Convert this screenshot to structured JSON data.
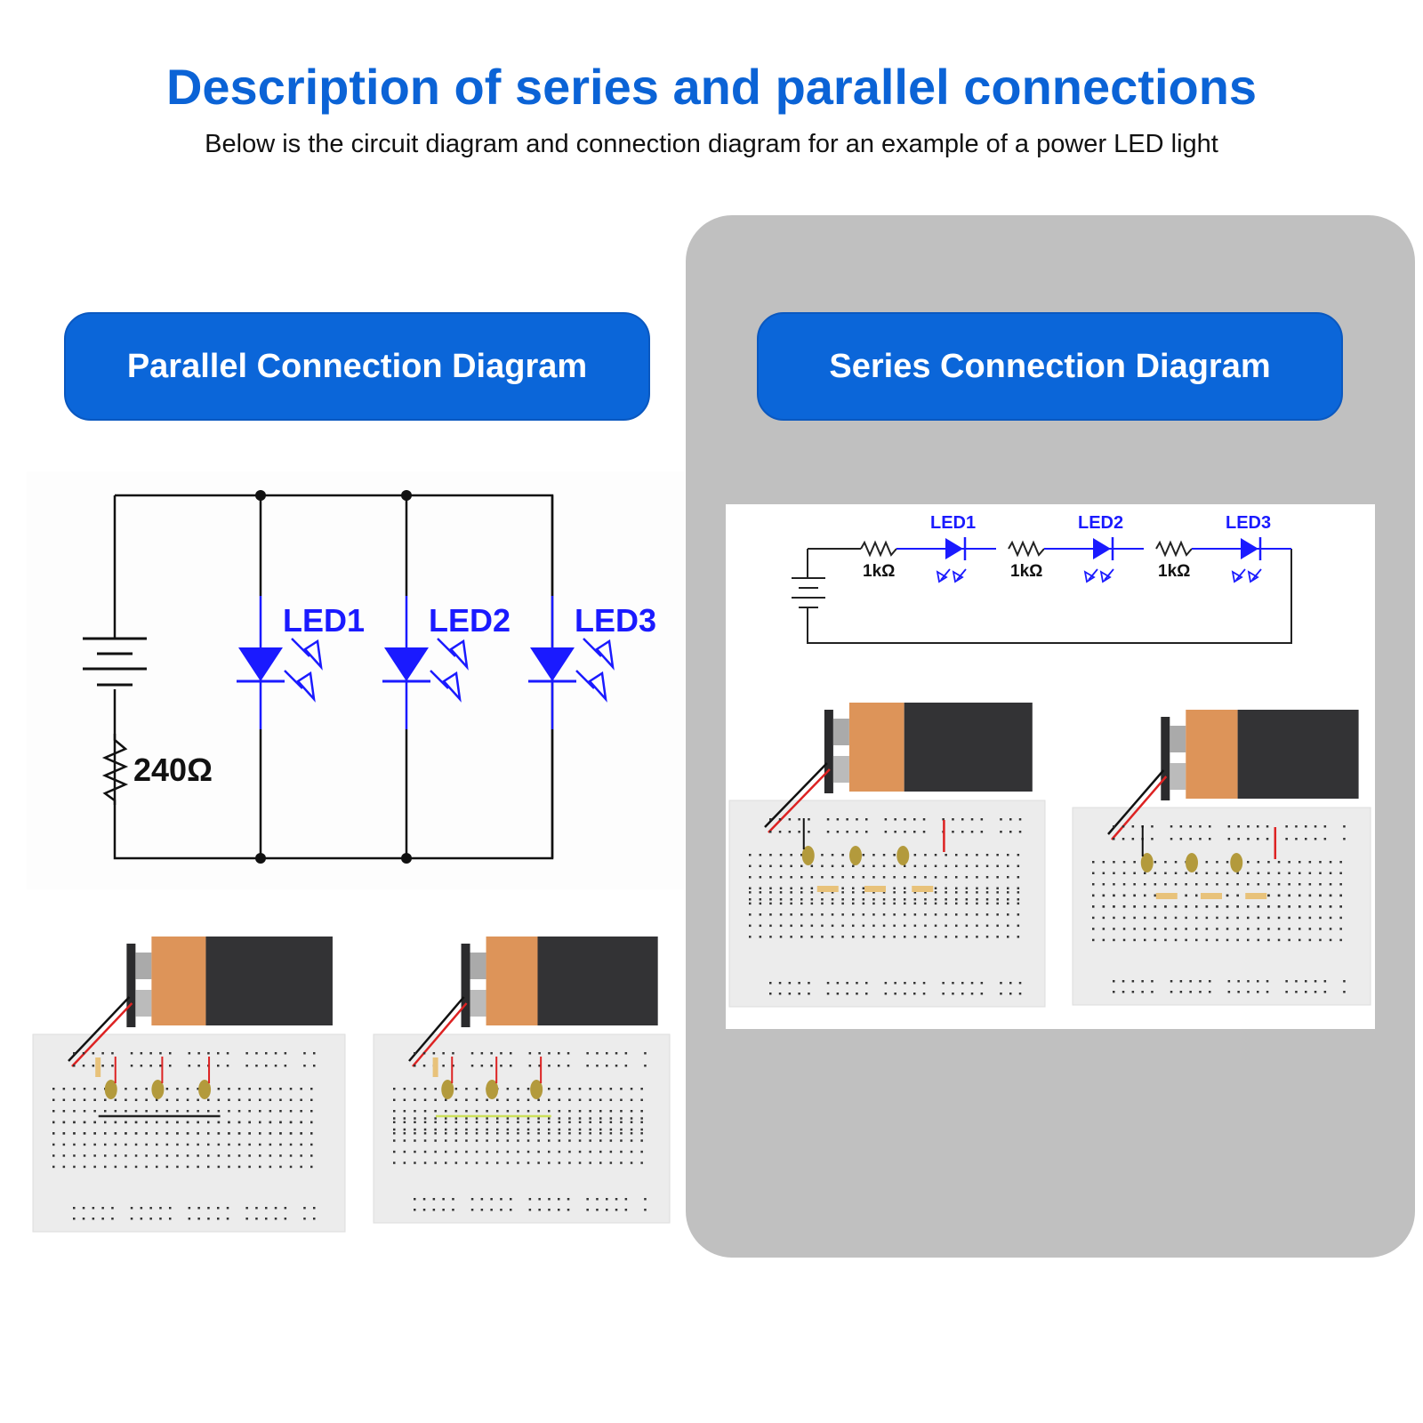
{
  "header": {
    "title": "Description of series and parallel connections",
    "subtitle": "Below is the circuit diagram and connection diagram for an example of a power LED light"
  },
  "parallel": {
    "button_label": "Parallel Connection Diagram",
    "resistor_label": "240Ω",
    "leds": [
      "LED1",
      "LED2",
      "LED3"
    ]
  },
  "series": {
    "button_label": "Series Connection Diagram",
    "resistor_labels": [
      "1kΩ",
      "1kΩ",
      "1kΩ"
    ],
    "leds": [
      "LED1",
      "LED2",
      "LED3"
    ]
  },
  "colors": {
    "accent": "#0b66d9",
    "title": "#0b63d6",
    "panel": "#c0c0c0",
    "led_blue": "#1a1aff",
    "battery_orange": "#dd9459",
    "battery_black": "#333335"
  }
}
